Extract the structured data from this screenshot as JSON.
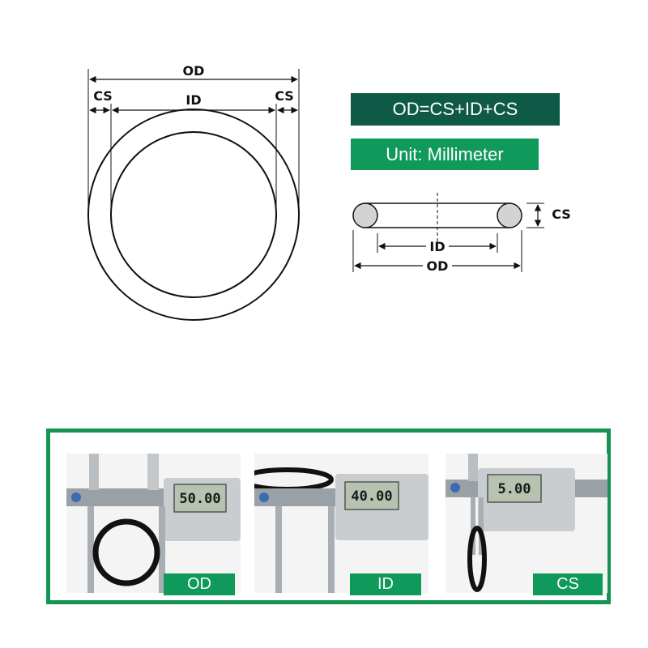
{
  "diagram": {
    "labels": {
      "od_top": "OD",
      "cs_left": "CS",
      "id_top": "ID",
      "cs_right": "CS",
      "cs_side": "CS",
      "id_side": "ID",
      "od_side": "OD"
    },
    "formula": "OD=CS+ID+CS",
    "unit": "Unit: Millimeter"
  },
  "photos": {
    "border_color": "#169454",
    "label_color": "#0f9a5c",
    "panels": [
      {
        "label": "OD",
        "reading": "50.00"
      },
      {
        "label": "ID",
        "reading": "40.00"
      },
      {
        "label": "CS",
        "reading": "5.00"
      }
    ]
  },
  "colors": {
    "formula_bg": "#0e5a46",
    "unit_bg": "#0f9a5c"
  }
}
